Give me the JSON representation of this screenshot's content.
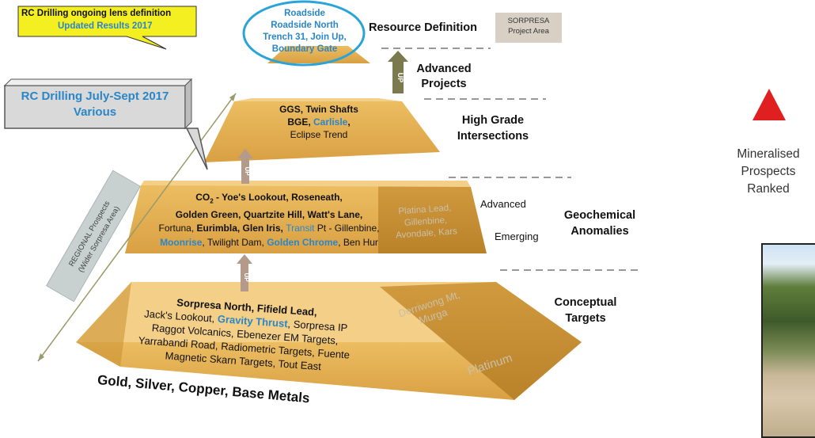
{
  "callouts": {
    "yellow": {
      "line1": "RC Drilling ongoing lens definition",
      "line2": "Updated Results 2017"
    },
    "grey": {
      "line1": "RC Drilling July-Sept 2017",
      "line2": "Various"
    },
    "sorpresa": {
      "line1": "SORPRESA",
      "line2": "Project Area"
    }
  },
  "regional": {
    "line1": "REGIONAL Prospects",
    "line2": "(Wider Sorpresa Area)"
  },
  "up_label": "UP",
  "tiers": {
    "top": {
      "lines": [
        "Roadside",
        "Roadside North",
        "Trench 31, Join Up,",
        "Boundary Gate"
      ]
    },
    "second": {
      "lines": [
        "GGS, Twin Shafts"
      ],
      "bge": "BGE, ",
      "carlisle": "Carlisle",
      "comma": ",",
      "eclipse": "Eclipse Trend"
    },
    "third": {
      "co2_prefix": "CO",
      "co2_sub": "2",
      "line1_rest": " - Yoe's Lookout, Roseneath,",
      "line2": "Golden Green, Quartzite Hill, Watt's Lane,",
      "fortuna": "Fortuna, ",
      "eurimbla": "Eurimbla, Glen Iris, ",
      "transit": "Transit",
      "pt": " Pt - Gillenbine,",
      "moonrise": "Moonrise",
      "twilight": ", Twilight Dam, ",
      "golden_chrome": "Golden Chrome",
      "ben_hur": ", Ben Hur",
      "side": [
        "Platina Lead,",
        "Gillenbine,",
        "Avondale, Kars"
      ]
    },
    "base": {
      "line1": "Sorpresa North, Fifield Lead,",
      "jacks": "Jack's Lookout, ",
      "gravity": "Gravity Thrust",
      "sorp_ip": ", Sorpresa IP",
      "line3": "Raggot Volcanics, Ebenezer EM Targets,",
      "line4": "Yarrabandi Road, Radiometric Targets, Fuente",
      "line5": "Magnetic Skarn Targets, Tout East",
      "side": [
        "Derriwong Mt,",
        "Murga"
      ],
      "platinum": "Platinum"
    }
  },
  "metals": "Gold, Silver, Copper, Base Metals",
  "stage_labels": {
    "resource": "Resource Definition",
    "advanced_projects": [
      "Advanced",
      "Projects"
    ],
    "high_grade": [
      "High Grade",
      "Intersections"
    ],
    "advanced": "Advanced",
    "emerging": "Emerging",
    "geochem": [
      "Geochemical",
      "Anomalies"
    ],
    "conceptual": [
      "Conceptual",
      "Targets"
    ]
  },
  "right": {
    "lines": [
      "Mineralised",
      "Prospects",
      "Ranked"
    ]
  },
  "colors": {
    "gold": "#e0a94a",
    "gold_dark": "#c78a2c",
    "blue_text": "#2a86c8",
    "red_triangle": "#e02020",
    "yellow_box": "#f4ef20",
    "grey_box": "#d9d9d9"
  }
}
